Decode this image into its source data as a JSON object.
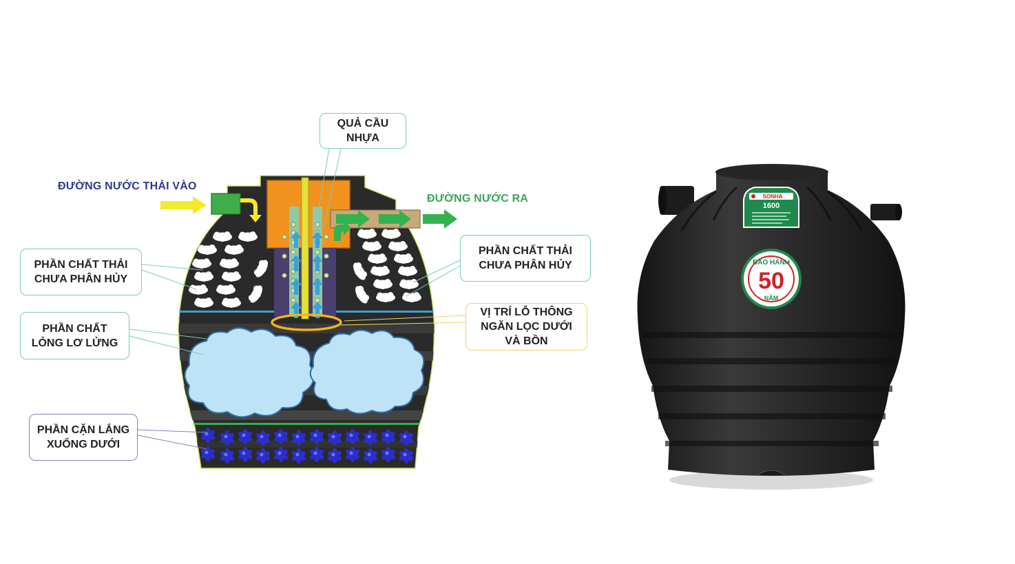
{
  "colors": {
    "inlet_label": "#2e3a8c",
    "outlet_label": "#3aa55a",
    "callout_teal": "#7ec9c0",
    "callout_yellow": "#f1d36a",
    "callout_purple": "#8a7fb5",
    "tank_body": "#2a2a2a",
    "inlet_arrow": "#f5ea2a",
    "outlet_arrow": "#33b24f",
    "filter_orange": "#f2921e",
    "liquid_cloud": "#bfe3f6",
    "sediment": "#2b2fc9",
    "badge_red": "#d32026",
    "badge_green": "#1f8a4c"
  },
  "labels": {
    "inlet": "ĐƯỜNG NƯỚC THẢI VÀO",
    "outlet": "ĐƯỜNG NƯỚC RA",
    "plastic_ball": {
      "line1": "QUẢ CẦU",
      "line2": "NHỰA"
    },
    "undecomposed_left": {
      "line1": "PHẦN CHẤT THẢI",
      "line2": "CHƯA PHÂN HỦY"
    },
    "undecomposed_right": {
      "line1": "PHẦN CHẤT THẢI",
      "line2": "CHƯA PHÂN HỦY"
    },
    "suspended_liquid": {
      "line1": "PHẦN CHẤT",
      "line2": "LỎNG LƠ LỬNG"
    },
    "vent_position": {
      "line1": "VỊ TRÍ LỖ THÔNG",
      "line2": "NGĂN LỌC DƯỚI",
      "line3": "VÀ BỒN"
    },
    "sediment": {
      "line1": "PHẦN CẶN LẮNG",
      "line2": "XUỐNG DƯỚI"
    }
  },
  "product": {
    "brand": "SONHA",
    "model": "1600",
    "warranty_top": "BẢO HÀNH",
    "warranty_years": "50",
    "warranty_bottom": "NĂM"
  }
}
